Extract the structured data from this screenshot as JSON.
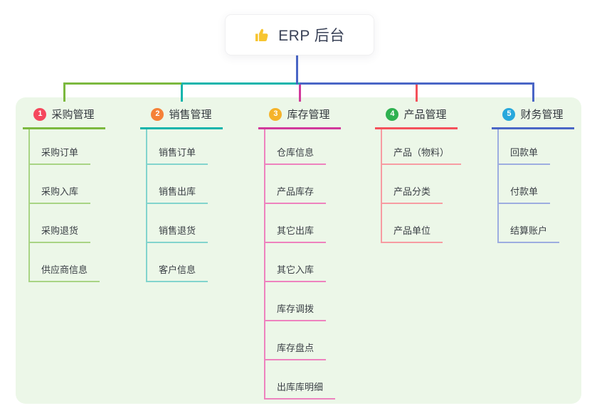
{
  "root": {
    "title": "ERP 后台",
    "icon": "thumbs-up-icon",
    "icon_color": "#F7C531"
  },
  "canvas": {
    "background": "#FFFFFF",
    "panel_color": "#ECF7E8",
    "root_connector_color": "#4A66C6",
    "text_color": "#33383E"
  },
  "branches": [
    {
      "number": "1",
      "label": "采购管理",
      "badge_color": "#F5475C",
      "line_color": "#7CB93F",
      "child_line_color": "#A8D484",
      "children": [
        "采购订单",
        "采购入库",
        "采购退货",
        "供应商信息"
      ]
    },
    {
      "number": "2",
      "label": "销售管理",
      "badge_color": "#F58138",
      "line_color": "#13B5AC",
      "child_line_color": "#82D4CD",
      "children": [
        "销售订单",
        "销售出库",
        "销售退货",
        "客户信息"
      ]
    },
    {
      "number": "3",
      "label": "库存管理",
      "badge_color": "#F5B32A",
      "line_color": "#D1399B",
      "child_line_color": "#EE82BE",
      "children": [
        "仓库信息",
        "产品库存",
        "其它出库",
        "其它入库",
        "库存调拨",
        "库存盘点",
        "出库库明细"
      ]
    },
    {
      "number": "4",
      "label": "产品管理",
      "badge_color": "#2EB150",
      "line_color": "#F4515B",
      "child_line_color": "#F79CA2",
      "children": [
        "产品（物料）",
        "产品分类",
        "产品单位"
      ]
    },
    {
      "number": "5",
      "label": "财务管理",
      "badge_color": "#28A8DC",
      "line_color": "#4A66C6",
      "child_line_color": "#9DADE0",
      "children": [
        "回款单",
        "付款单",
        "结算账户"
      ]
    }
  ]
}
